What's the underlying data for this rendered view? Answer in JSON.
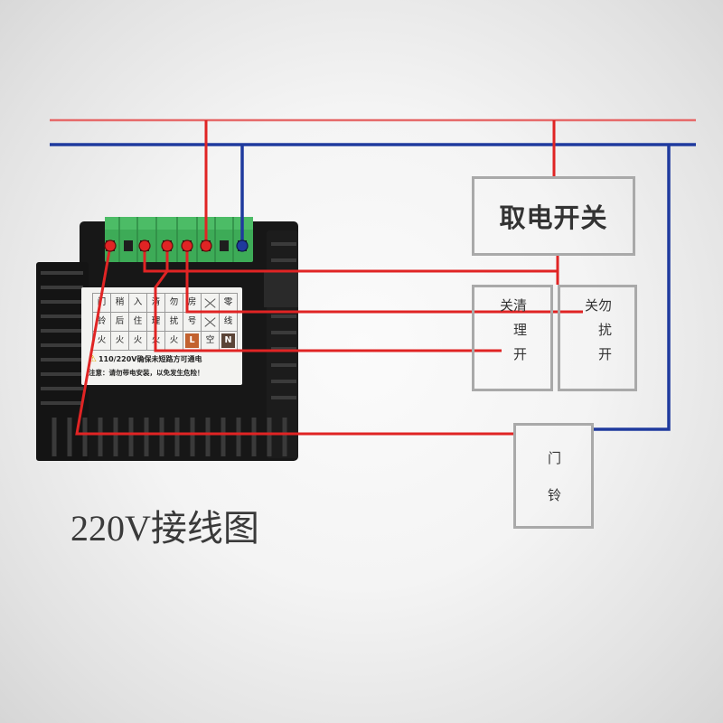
{
  "caption": "220V接线图",
  "switches": {
    "power": "取电开关",
    "cleaning": "清理开关",
    "do_not_disturb": "勿扰开关",
    "doorbell": "门铃"
  },
  "device_label": {
    "columns": [
      [
        "门",
        "铃",
        "火"
      ],
      [
        "稍",
        "后",
        "火"
      ],
      [
        "入",
        "住",
        "火"
      ],
      [
        "清",
        "理",
        "火"
      ],
      [
        "勿",
        "扰",
        "火"
      ],
      [
        "房",
        "号",
        "L"
      ],
      [
        "空"
      ],
      [
        "零",
        "线",
        "N"
      ]
    ],
    "warning": "110/220V确保未短路方可通电",
    "note": "注意：请勿带电安装，以免发生危险！"
  },
  "colors": {
    "live": "#e02424",
    "neutral": "#1f3a9e",
    "device": "#161616",
    "terminal": "#3dab57",
    "box_border": "#a9a9a9"
  }
}
